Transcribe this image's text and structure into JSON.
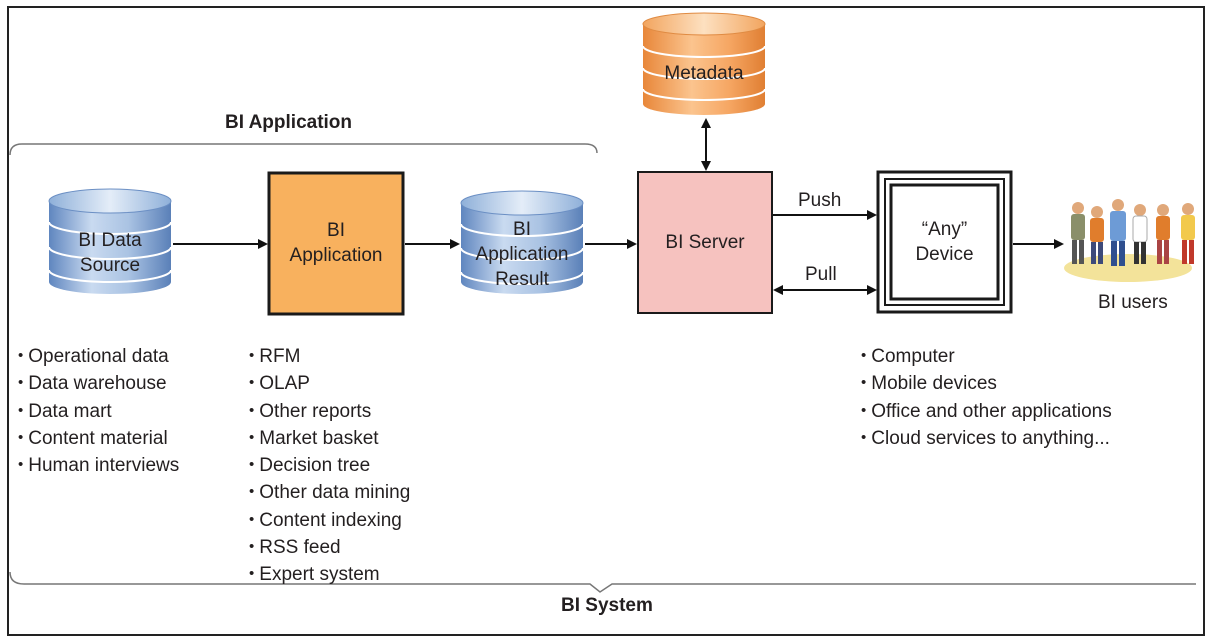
{
  "bi_application_label": "BI Application",
  "bi_system_label": "BI System",
  "nodes": {
    "data_source": "BI Data\nSource",
    "bi_application": "BI\nApplication",
    "app_result": "BI\nApplication\nResult",
    "bi_server": "BI Server",
    "metadata": "Metadata",
    "any_device": "“Any”\nDevice",
    "bi_users": "BI users"
  },
  "edges": {
    "push": "Push",
    "pull": "Pull"
  },
  "lists": {
    "data_sources": [
      "Operational data",
      "Data warehouse",
      "Data mart",
      "Content material",
      "Human interviews"
    ],
    "applications": [
      "RFM",
      "OLAP",
      "Other reports",
      "Market basket",
      "Decision tree",
      "Other data mining",
      "Content indexing",
      "RSS feed",
      "Expert system"
    ],
    "devices": [
      "Computer",
      "Mobile devices",
      "Office and other applications",
      "Cloud services to anything..."
    ]
  },
  "colors": {
    "cylinder_blue": "#9bb9dc",
    "cylinder_orange": "#f6a460",
    "application_box": "#f8b15e",
    "server_box": "#f6c2bf",
    "users_floor": "#f3e39a"
  }
}
